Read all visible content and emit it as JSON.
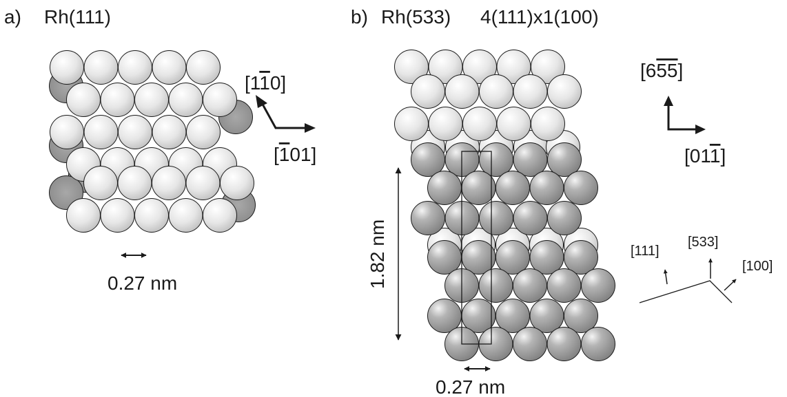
{
  "panel_a": {
    "label": "a)",
    "title": "Rh(111)",
    "spacing": "0.27 nm",
    "direction_up": {
      "pre": "[1",
      "bar": "1",
      "post": "0]"
    },
    "direction_right": {
      "pre": "[",
      "bar": "1",
      "post": "01]"
    }
  },
  "panel_b": {
    "label": "b)",
    "title": "Rh(533)",
    "notation": "4(111)x1(100)",
    "height": "1.82 nm",
    "spacing": "0.27 nm",
    "direction_up": {
      "pre": "[6",
      "bar": "55",
      "post": "]"
    },
    "direction_right": {
      "pre": "[01",
      "bar": "1",
      "post": "]"
    },
    "profile": {
      "face_111": "[111]",
      "normal_533": "[533]",
      "face_100": "[100]"
    }
  },
  "colors": {
    "light_atom": "#e4e4e4",
    "dark_atom": "#9a9a9a",
    "outline": "#1a1a1a"
  }
}
